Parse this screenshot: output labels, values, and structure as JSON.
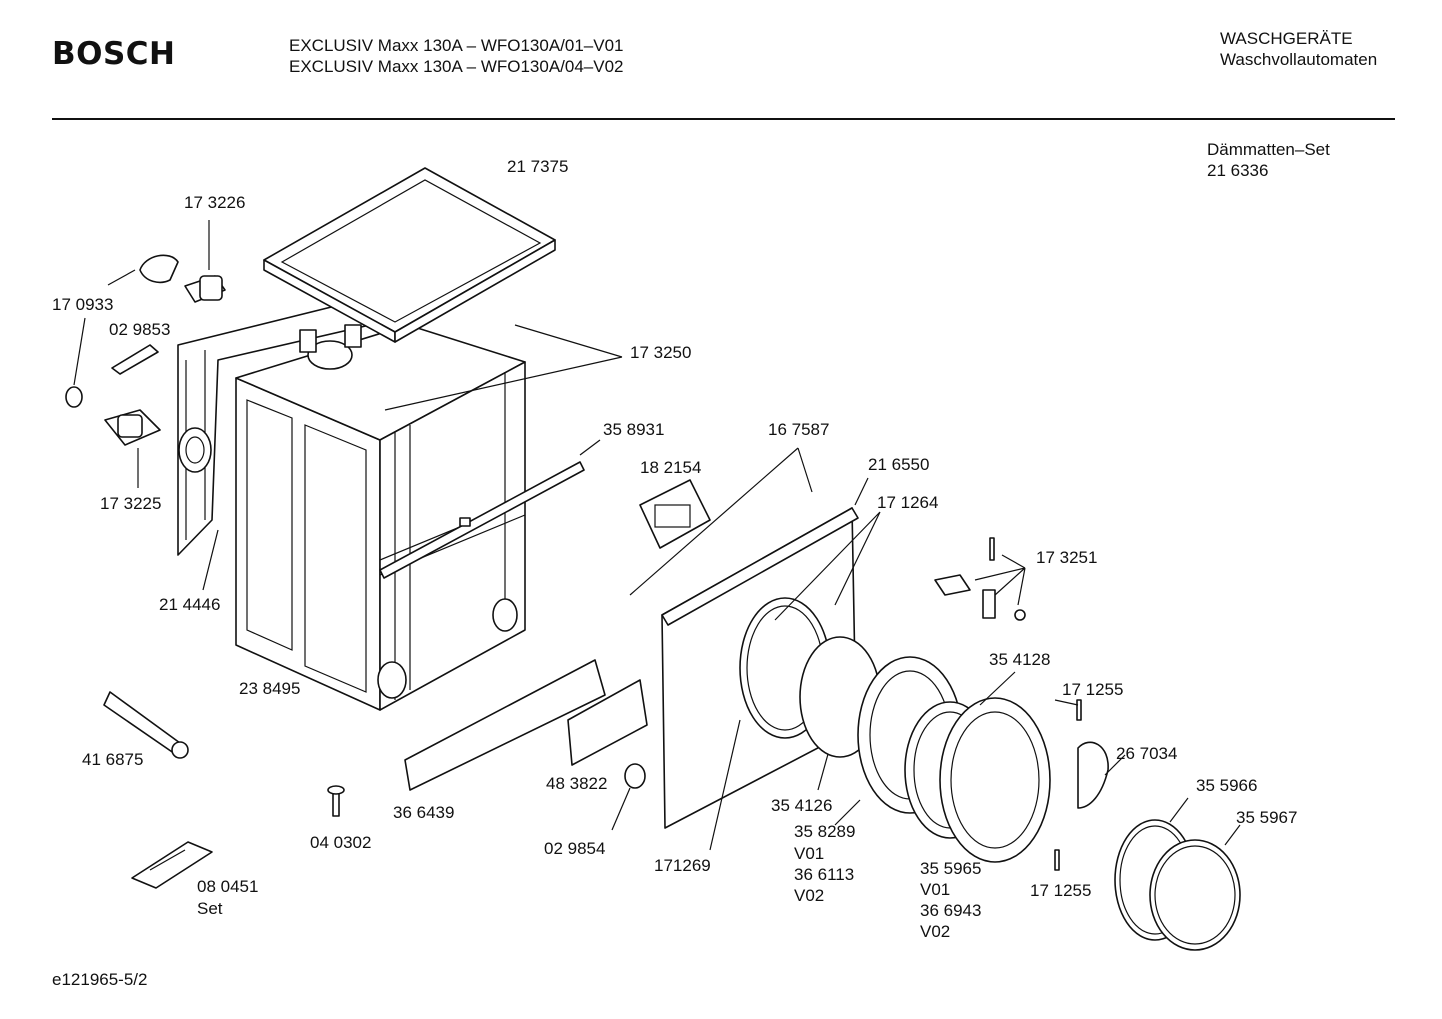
{
  "header": {
    "brand": "BOSCH",
    "model_line_1": "EXCLUSIV Maxx 130A – WFO130A/01–V01",
    "model_line_2": "EXCLUSIV Maxx 130A – WFO130A/04–V02",
    "category_1": "WASCHGERÄTE",
    "category_2": "Waschvollautomaten"
  },
  "insulation_set": {
    "label": "Dämmatten–Set",
    "number": "21 6336"
  },
  "parts": {
    "p217375": "21 7375",
    "p173226": "17 3226",
    "p170933": "17 0933",
    "p029853": "02 9853",
    "p173250": "17 3250",
    "p173225": "17 3225",
    "p358931": "35 8931",
    "p167587": "16 7587",
    "p182154": "18 2154",
    "p216550": "21 6550",
    "p171264": "17 1264",
    "p214446": "21 4446",
    "p173251": "17 3251",
    "p238495": "23 8495",
    "p354128": "35 4128",
    "p171255a": "17 1255",
    "p267034": "26 7034",
    "p416875": "41 6875",
    "p483822": "48 3822",
    "p355966": "35 5966",
    "p355967": "35 5967",
    "p366439": "36 6439",
    "p354126": "35 4126",
    "p040302": "04 0302",
    "p029854": "02 9854",
    "p358289": "35 8289",
    "p358289_v": "V01",
    "p366113": "36 6113",
    "p366113_v": "V02",
    "p171269": "171269",
    "p355965": "35 5965",
    "p355965_v": "V01",
    "p366943": "36 6943",
    "p366943_v": "V02",
    "p171255b": "17 1255",
    "p080451": "08 0451",
    "p080451_set": "Set"
  },
  "footer": {
    "drawing_id": "e121965-5/2"
  }
}
